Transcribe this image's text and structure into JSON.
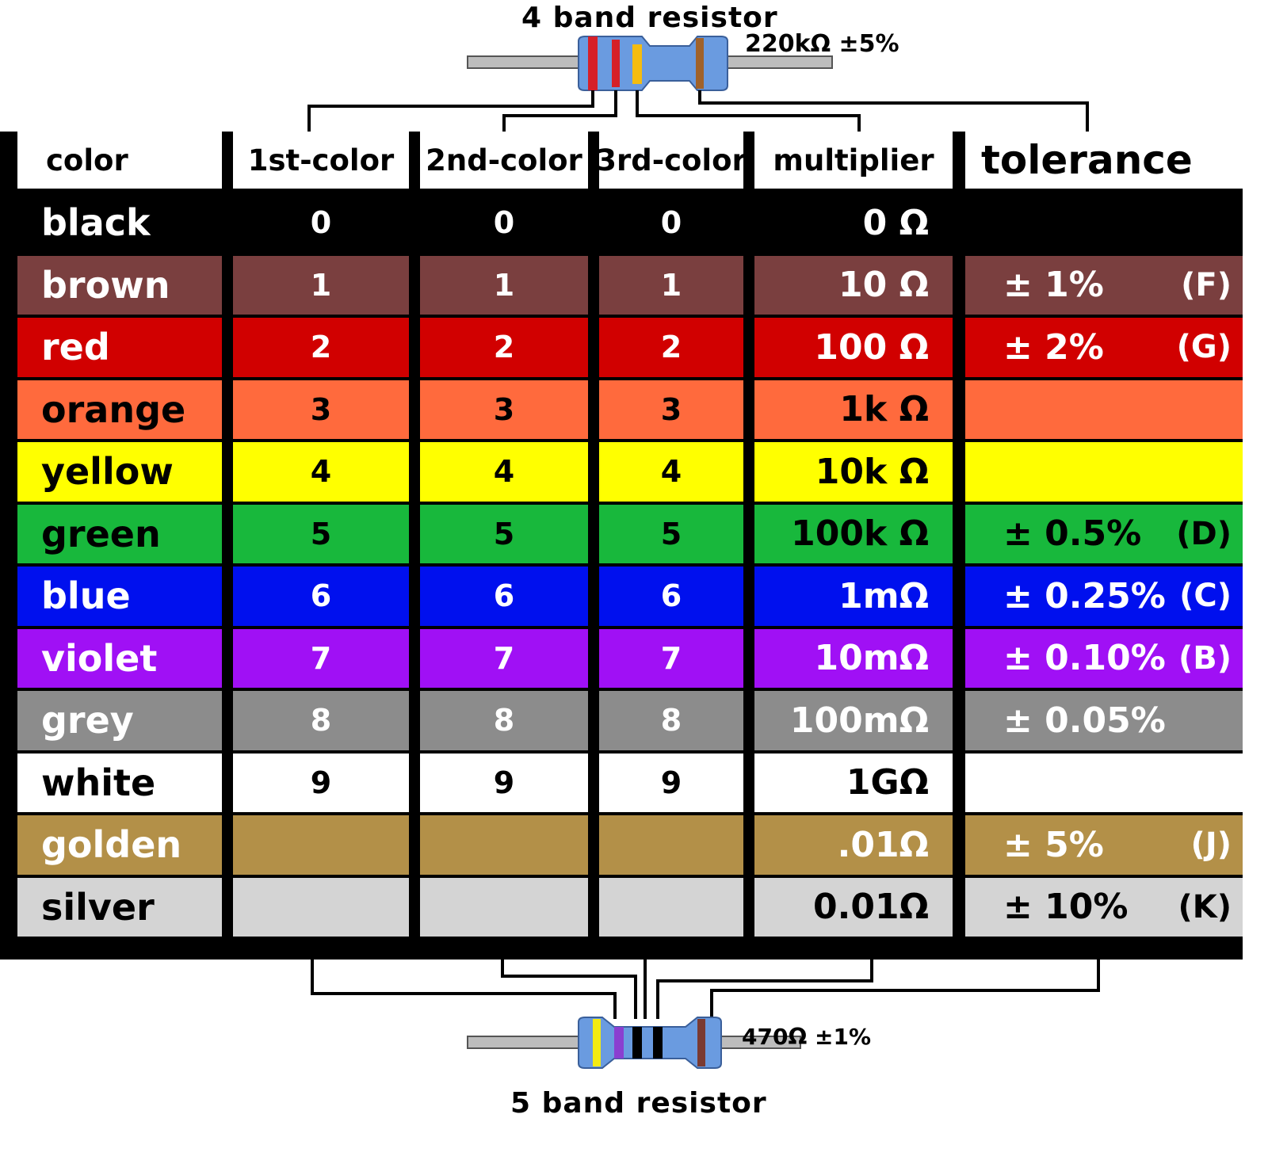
{
  "resistor4": {
    "title": "4 band resistor",
    "value": "220kΩ  ±5%",
    "bands": [
      "#d62028",
      "#d62028",
      "#f4bc10",
      "#a0622a"
    ]
  },
  "resistor5": {
    "title": "5 band resistor",
    "value": "470Ω  ±1%",
    "bands": [
      "#f3ea13",
      "#8a3fd0",
      "#000000",
      "#000000",
      "#7a3a32"
    ]
  },
  "headers": [
    "color",
    "1st-color",
    "2nd-color",
    "3rd-color",
    "multiplier",
    "tolerance"
  ],
  "rows": [
    {
      "name": "black",
      "bg": "#000000",
      "fg": "#ffffff",
      "d1": "0",
      "d2": "0",
      "d3": "0",
      "mult": "0 Ω",
      "tol": "",
      "code": ""
    },
    {
      "name": "brown",
      "bg": "#7a3f3f",
      "fg": "#ffffff",
      "d1": "1",
      "d2": "1",
      "d3": "1",
      "mult": "10 Ω",
      "tol": "± 1%",
      "code": "(F)"
    },
    {
      "name": "red",
      "bg": "#d10000",
      "fg": "#ffffff",
      "d1": "2",
      "d2": "2",
      "d3": "2",
      "mult": "100 Ω",
      "tol": "± 2%",
      "code": "(G)"
    },
    {
      "name": "orange",
      "bg": "#ff6a3d",
      "fg": "#000000",
      "d1": "3",
      "d2": "3",
      "d3": "3",
      "mult": "1k Ω",
      "tol": "",
      "code": ""
    },
    {
      "name": "yellow",
      "bg": "#ffff00",
      "fg": "#000000",
      "d1": "4",
      "d2": "4",
      "d3": "4",
      "mult": "10k Ω",
      "tol": "",
      "code": ""
    },
    {
      "name": "green",
      "bg": "#18b83c",
      "fg": "#000000",
      "d1": "5",
      "d2": "5",
      "d3": "5",
      "mult": "100k Ω",
      "tol": "± 0.5%",
      "code": "(D)"
    },
    {
      "name": "blue",
      "bg": "#0010ee",
      "fg": "#ffffff",
      "d1": "6",
      "d2": "6",
      "d3": "6",
      "mult": "1mΩ",
      "tol": "± 0.25%",
      "code": "(C)"
    },
    {
      "name": "violet",
      "bg": "#a010f5",
      "fg": "#ffffff",
      "d1": "7",
      "d2": "7",
      "d3": "7",
      "mult": "10mΩ",
      "tol": "± 0.10%",
      "code": "(B)"
    },
    {
      "name": "grey",
      "bg": "#8c8c8c",
      "fg": "#ffffff",
      "d1": "8",
      "d2": "8",
      "d3": "8",
      "mult": "100mΩ",
      "tol": "± 0.05%",
      "code": ""
    },
    {
      "name": "white",
      "bg": "#ffffff",
      "fg": "#000000",
      "d1": "9",
      "d2": "9",
      "d3": "9",
      "mult": "1GΩ",
      "tol": "",
      "code": ""
    },
    {
      "name": "golden",
      "bg": "#b39048",
      "fg": "#ffffff",
      "d1": "",
      "d2": "",
      "d3": "",
      "mult": ".01Ω",
      "tol": "± 5%",
      "code": "(J)"
    },
    {
      "name": "silver",
      "bg": "#d4d4d4",
      "fg": "#000000",
      "d1": "",
      "d2": "",
      "d3": "",
      "mult": "0.01Ω",
      "tol": "± 10%",
      "code": "(K)"
    }
  ],
  "colors": {
    "resistor_body": "#6a9be0",
    "lead": "#bdbdbd",
    "wire": "#000000"
  }
}
